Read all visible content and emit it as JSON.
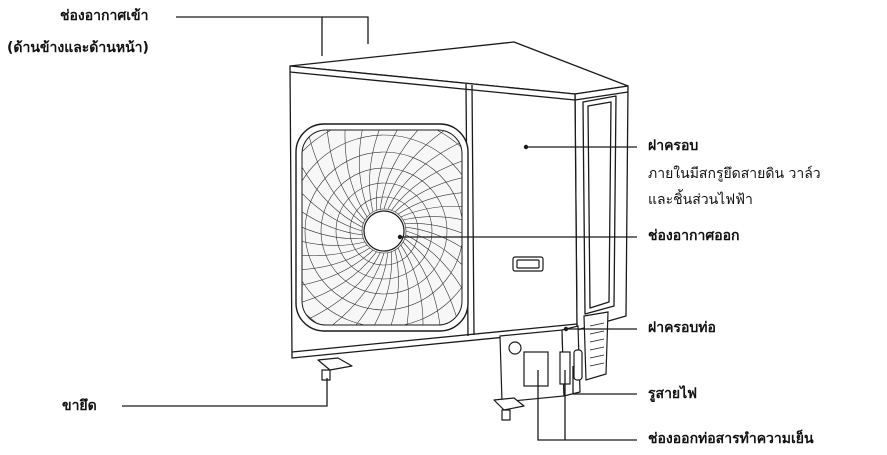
{
  "labels": {
    "air_inlet": {
      "line1": "ช่องอากาศเข้า",
      "line2": "(ด้านข้างและด้านหน้า)"
    },
    "cover": {
      "title": "ฝาครอบ",
      "desc1": "ภายในมีสกรูยึดสายดิน วาล์ว",
      "desc2": "และชิ้นส่วนไฟฟ้า"
    },
    "air_outlet": "ช่องอากาศออก",
    "pipe_cover": "ฝาครอบท่อ",
    "wire_hole": "รูสายไฟ",
    "refrigerant_outlet": "ช่องออกท่อสารทำความเย็น",
    "mounting_leg": "ขายึด"
  },
  "colors": {
    "line": "#1a1a1a",
    "background": "#ffffff"
  }
}
